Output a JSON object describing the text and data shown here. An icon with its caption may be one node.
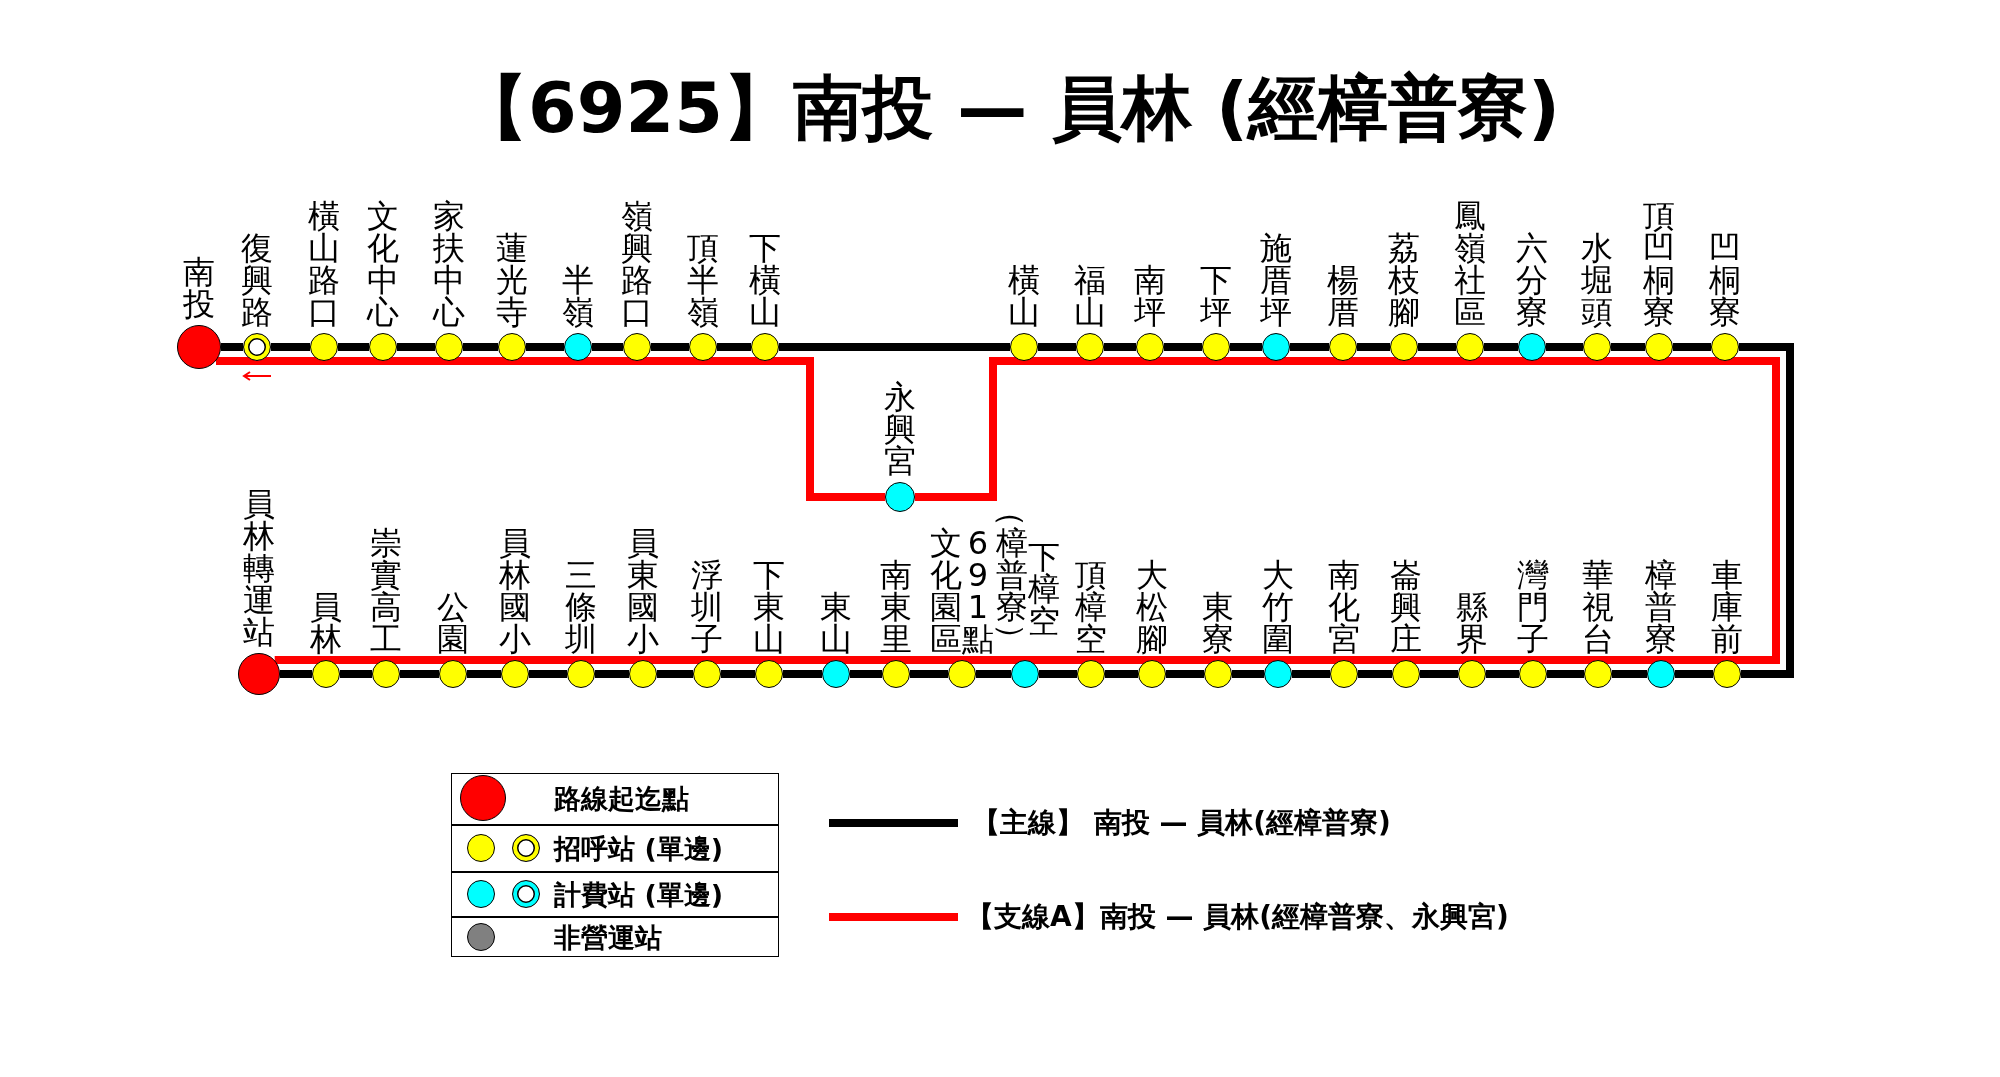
{
  "diagram": {
    "title": "【6925】南投 — 員林 (經樟普寮)",
    "nodes": [
      {
        "text": [
          "南投"
        ]
      },
      {
        "text": [
          "復興路"
        ]
      },
      {
        "text": [
          "橫山路口"
        ]
      },
      {
        "text": [
          "文化中心"
        ]
      },
      {
        "text": [
          "家扶中心"
        ]
      },
      {
        "text": [
          "蓮光寺"
        ]
      },
      {
        "text": [
          "半嶺"
        ]
      },
      {
        "text": [
          "嶺興路口"
        ]
      },
      {
        "text": [
          "頂半嶺"
        ]
      },
      {
        "text": [
          "下橫山"
        ]
      },
      {
        "text": [
          "橫山"
        ]
      },
      {
        "text": [
          "福山"
        ]
      },
      {
        "text": [
          "南坪"
        ]
      },
      {
        "text": [
          "下坪"
        ]
      },
      {
        "text": [
          "施厝坪"
        ]
      },
      {
        "text": [
          "楊厝"
        ]
      },
      {
        "text": [
          "荔枝腳"
        ]
      },
      {
        "text": [
          "鳳嶺社區"
        ]
      },
      {
        "text": [
          "六分寮"
        ]
      },
      {
        "text": [
          "水堀頭"
        ]
      },
      {
        "text": [
          "頂凹桐寮"
        ]
      },
      {
        "text": [
          "凹桐寮"
        ]
      },
      {
        "text": [
          "永興宮"
        ]
      },
      {
        "text": [
          "員林轉運站"
        ]
      },
      {
        "text": [
          "員林"
        ]
      },
      {
        "text": [
          "崇實高工"
        ]
      },
      {
        "text": [
          "公園"
        ]
      },
      {
        "text": [
          "員林國小"
        ]
      },
      {
        "text": [
          "三條圳"
        ]
      },
      {
        "text": [
          "員東國小"
        ]
      },
      {
        "text": [
          "浮圳子"
        ]
      },
      {
        "text": [
          "下東山"
        ]
      },
      {
        "text": [
          "東山"
        ]
      },
      {
        "text": [
          "南東里"
        ]
      },
      {
        "text": [
          "691點文化園區"
        ]
      },
      {
        "text": [
          "下樟空",
          "（樟普寮）"
        ]
      },
      {
        "text": [
          "頂樟空"
        ]
      },
      {
        "text": [
          "大松腳"
        ]
      },
      {
        "text": [
          "東寮"
        ]
      },
      {
        "text": [
          "大竹圍"
        ]
      },
      {
        "text": [
          "南化宮"
        ]
      },
      {
        "text": [
          "崙興庄"
        ]
      },
      {
        "text": [
          "縣界"
        ]
      },
      {
        "text": [
          "灣門子"
        ]
      },
      {
        "text": [
          "華視台"
        ]
      },
      {
        "text": [
          "樟普寮"
        ]
      },
      {
        "text": [
          "車庫前"
        ]
      }
    ],
    "edges": [
      {
        "from": 0,
        "to": 1,
        "arrow": "none",
        "color": "#000000"
      },
      {
        "from": 1,
        "to": 2,
        "arrow": "none",
        "color": "#000000"
      },
      {
        "from": 2,
        "to": 3,
        "arrow": "none",
        "color": "#000000"
      },
      {
        "from": 3,
        "to": 4,
        "arrow": "none",
        "color": "#000000"
      },
      {
        "from": 4,
        "to": 5,
        "arrow": "none",
        "color": "#000000"
      },
      {
        "from": 5,
        "to": 6,
        "arrow": "none",
        "color": "#000000"
      },
      {
        "from": 6,
        "to": 7,
        "arrow": "none",
        "color": "#000000"
      },
      {
        "from": 7,
        "to": 8,
        "arrow": "none",
        "color": "#000000"
      },
      {
        "from": 8,
        "to": 9,
        "arrow": "none",
        "color": "#000000"
      },
      {
        "from": 9,
        "to": 10,
        "arrow": "none",
        "color": "#000000"
      },
      {
        "from": 10,
        "to": 11,
        "arrow": "none",
        "color": "#000000"
      },
      {
        "from": 11,
        "to": 12,
        "arrow": "none",
        "color": "#000000"
      },
      {
        "from": 12,
        "to": 13,
        "arrow": "none",
        "color": "#000000"
      },
      {
        "from": 13,
        "to": 14,
        "arrow": "none",
        "color": "#000000"
      },
      {
        "from": 14,
        "to": 15,
        "arrow": "none",
        "color": "#000000"
      },
      {
        "from": 15,
        "to": 16,
        "arrow": "none",
        "color": "#000000"
      },
      {
        "from": 16,
        "to": 17,
        "arrow": "none",
        "color": "#000000"
      },
      {
        "from": 17,
        "to": 18,
        "arrow": "none",
        "color": "#000000"
      },
      {
        "from": 18,
        "to": 19,
        "arrow": "none",
        "color": "#000000"
      },
      {
        "from": 19,
        "to": 20,
        "arrow": "none",
        "color": "#000000"
      },
      {
        "from": 20,
        "to": 21,
        "arrow": "none",
        "color": "#000000"
      },
      {
        "from": 21,
        "to": 46,
        "arrow": "none",
        "color": "#000000"
      },
      {
        "from": 46,
        "to": 45,
        "arrow": "none",
        "color": "#000000"
      },
      {
        "from": 45,
        "to": 44,
        "arrow": "none",
        "color": "#000000"
      },
      {
        "from": 44,
        "to": 43,
        "arrow": "none",
        "color": "#000000"
      },
      {
        "from": 43,
        "to": 42,
        "arrow": "none",
        "color": "#000000"
      },
      {
        "from": 42,
        "to": 41,
        "arrow": "none",
        "color": "#000000"
      },
      {
        "from": 41,
        "to": 40,
        "arrow": "none",
        "color": "#000000"
      },
      {
        "from": 40,
        "to": 39,
        "arrow": "none",
        "color": "#000000"
      },
      {
        "from": 39,
        "to": 38,
        "arrow": "none",
        "color": "#000000"
      },
      {
        "from": 38,
        "to": 37,
        "arrow": "none",
        "color": "#000000"
      },
      {
        "from": 37,
        "to": 36,
        "arrow": "none",
        "color": "#000000"
      },
      {
        "from": 36,
        "to": 35,
        "arrow": "none",
        "color": "#000000"
      },
      {
        "from": 35,
        "to": 34,
        "arrow": "none",
        "color": "#000000"
      },
      {
        "from": 34,
        "to": 33,
        "arrow": "none",
        "color": "#000000"
      },
      {
        "from": 33,
        "to": 32,
        "arrow": "none",
        "color": "#000000"
      },
      {
        "from": 32,
        "to": 31,
        "arrow": "none",
        "color": "#000000"
      },
      {
        "from": 31,
        "to": 30,
        "arrow": "none",
        "color": "#000000"
      },
      {
        "from": 30,
        "to": 29,
        "arrow": "none",
        "color": "#000000"
      },
      {
        "from": 29,
        "to": 28,
        "arrow": "none",
        "color": "#000000"
      },
      {
        "from": 28,
        "to": 27,
        "arrow": "none",
        "color": "#000000"
      },
      {
        "from": 27,
        "to": 26,
        "arrow": "none",
        "color": "#000000"
      },
      {
        "from": 26,
        "to": 25,
        "arrow": "none",
        "color": "#000000"
      },
      {
        "from": 25,
        "to": 24,
        "arrow": "none",
        "color": "#000000"
      },
      {
        "from": 24,
        "to": 23,
        "arrow": "none",
        "color": "#000000"
      },
      {
        "from": 0,
        "to": 1,
        "arrow": "none"
      },
      {
        "from": 1,
        "to": 2,
        "arrow": "none"
      },
      {
        "from": 2,
        "to": 3,
        "arrow": "none"
      },
      {
        "from": 3,
        "to": 4,
        "arrow": "none"
      },
      {
        "from": 4,
        "to": 5,
        "arrow": "none"
      },
      {
        "from": 5,
        "to": 6,
        "arrow": "none"
      },
      {
        "from": 6,
        "to": 7,
        "arrow": "none"
      },
      {
        "from": 7,
        "to": 8,
        "arrow": "none"
      },
      {
        "from": 8,
        "to": 9,
        "arrow": "none"
      },
      {
        "from": 9,
        "to": 22,
        "arrow": "none"
      },
      {
        "from": 22,
        "to": 10,
        "arrow": "none"
      },
      {
        "from": 10,
        "to": 11,
        "arrow": "none"
      },
      {
        "from": 11,
        "to": 12,
        "arrow": "none"
      },
      {
        "from": 12,
        "to": 13,
        "arrow": "none"
      },
      {
        "from": 13,
        "to": 14,
        "arrow": "none"
      },
      {
        "from": 14,
        "to": 15,
        "arrow": "none"
      },
      {
        "from": 15,
        "to": 16,
        "arrow": "none"
      },
      {
        "from": 16,
        "to": 17,
        "arrow": "none"
      },
      {
        "from": 17,
        "to": 18,
        "arrow": "none"
      },
      {
        "from": 18,
        "to": 19,
        "arrow": "none"
      },
      {
        "from": 19,
        "to": 20,
        "arrow": "none"
      },
      {
        "from": 20,
        "to": 21,
        "arrow": "none"
      },
      {
        "from": 21,
        "to": 46,
        "arrow": "none"
      },
      {
        "from": 46,
        "to": 45,
        "arrow": "none"
      },
      {
        "from": 45,
        "to": 44,
        "arrow": "none"
      },
      {
        "from": 44,
        "to": 43,
        "arrow": "none"
      },
      {
        "from": 43,
        "to": 42,
        "arrow": "none"
      },
      {
        "from": 42,
        "to": 41,
        "arrow": "none"
      },
      {
        "from": 41,
        "to": 40,
        "arrow": "none"
      },
      {
        "from": 40,
        "to": 39,
        "arrow": "none"
      },
      {
        "from": 39,
        "to": 38,
        "arrow": "none"
      },
      {
        "from": 38,
        "to": 37,
        "arrow": "none"
      },
      {
        "from": 37,
        "to": 36,
        "arrow": "none"
      },
      {
        "from": 36,
        "to": 35,
        "arrow": "none"
      },
      {
        "from": 35,
        "to": 34,
        "arrow": "none"
      },
      {
        "from": 34,
        "to": 33,
        "arrow": "none"
      },
      {
        "from": 33,
        "to": 32,
        "arrow": "none"
      },
      {
        "from": 32,
        "to": 31,
        "arrow": "none"
      },
      {
        "from": 31,
        "to": 30,
        "arrow": "none"
      },
      {
        "from": 30,
        "to": 29,
        "arrow": "none"
      },
      {
        "from": 29,
        "to": 28,
        "arrow": "none"
      },
      {
        "from": 28,
        "to": 27,
        "arrow": "none"
      },
      {
        "from": 27,
        "to": 26,
        "arrow": "none"
      },
      {
        "from": 26,
        "to": 25,
        "arrow": "none"
      },
      {
        "from": 25,
        "to": 24,
        "arrow": "none"
      },
      {
        "from": 24,
        "to": 23,
        "arrow": "none"
      }
    ],
    "legend": [
      {
        "text": "路線起迄點",
        "color": "#ff0000"
      },
      {
        "text": "招呼站 (單邊)",
        "color": "#ffff00"
      },
      {
        "text": "計費站 (單邊)",
        "color": "#00ffff"
      },
      {
        "text": "非營運站",
        "color": "#808080"
      },
      {
        "text": "【主線】 南投 — 員林(經樟普寮)",
        "color": "#000000"
      },
      {
        "text": "【支線A】南投 — 員林(經樟普寮、永興宮)",
        "color": "#ff0000"
      }
    ]
  }
}
